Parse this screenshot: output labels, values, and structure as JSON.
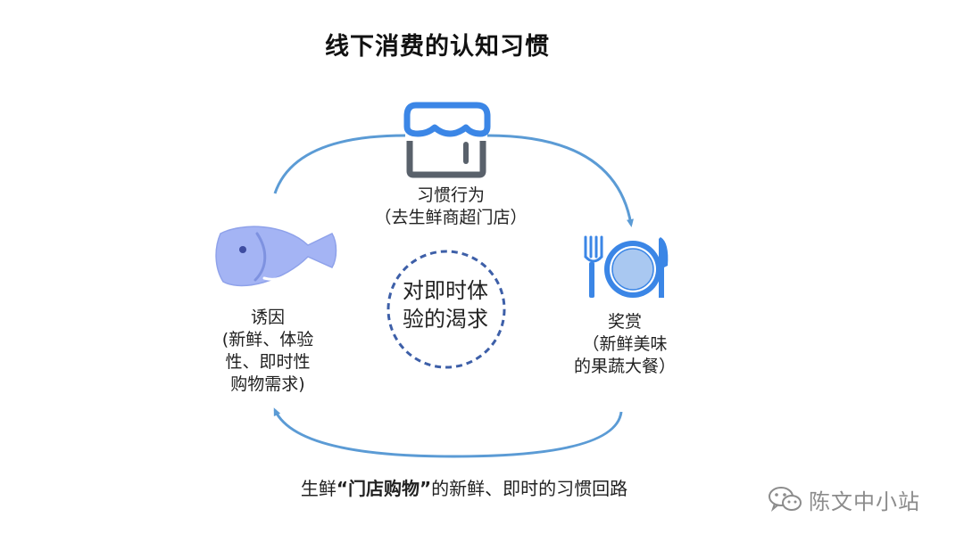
{
  "title": "线下消费的认知习惯",
  "nodes": {
    "habit": {
      "line1": "习惯行为",
      "line2": "（去生鲜商超门店）",
      "icon": "store-icon"
    },
    "trigger": {
      "line1": "诱因",
      "line2": "(新鲜、体验",
      "line3": "性、即时性",
      "line4": "购物需求)",
      "icon": "fish-icon"
    },
    "reward": {
      "line1": "奖赏",
      "line2": "（新鲜美味",
      "line3": "的果蔬大餐）",
      "icon": "dinner-plate-icon"
    }
  },
  "center": {
    "line1": "对即时体",
    "line2": "验的渴求"
  },
  "caption": {
    "prefix": "生鲜",
    "quote_open": "“",
    "highlight": "门店购物",
    "quote_close": "”",
    "suffix": "的新鲜、即时的习惯回路"
  },
  "watermark": {
    "text": "陈文中小站",
    "icon": "wechat-icon"
  },
  "colors": {
    "arrow": "#5b9bd5",
    "fish": "#a4b4f4",
    "icon_blue": "#3b86e6",
    "store_body": "#59616b",
    "dashed_circle": "#3d5fa8"
  }
}
